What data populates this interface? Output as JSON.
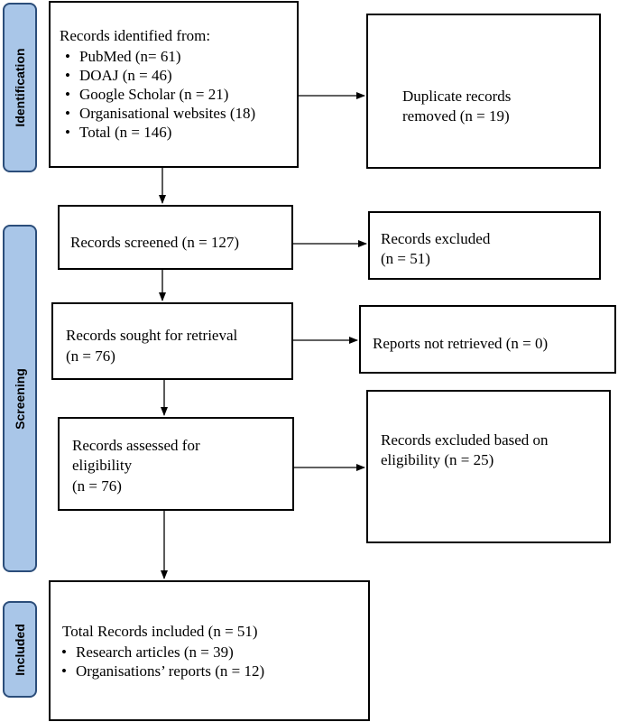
{
  "phases": {
    "identification": "Identification",
    "screening": "Screening",
    "included": "Included"
  },
  "identified": {
    "heading": "Records identified from:",
    "items": [
      "PubMed (n= 61)",
      "DOAJ (n = 46)",
      "Google Scholar (n = 21)",
      "Organisational websites (18)",
      "Total (n = 146)"
    ]
  },
  "duplicates": {
    "line1": "Duplicate records",
    "line2": "removed (n = 19)"
  },
  "screened": {
    "text": "Records screened (n = 127)"
  },
  "excluded": {
    "line1": "Records excluded",
    "line2": "(n = 51)"
  },
  "sought": {
    "line1": "Records sought for retrieval",
    "line2": "(n = 76)"
  },
  "not_retrieved": {
    "text": "Reports not retrieved (n = 0)"
  },
  "assessed": {
    "line1": "Records assessed for",
    "line2": "eligibility",
    "line3": "(n = 76)"
  },
  "excluded_eligibility": {
    "line1": "Records excluded based on",
    "line2": "eligibility (n = 25)"
  },
  "included": {
    "heading": "Total Records included (n = 51)",
    "items": [
      "Research articles (n = 39)",
      "Organisations’ reports (n = 12)"
    ]
  }
}
